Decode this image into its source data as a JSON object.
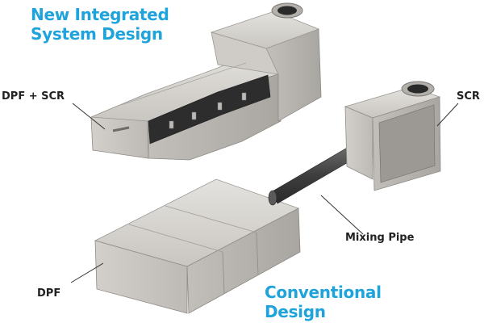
{
  "colors": {
    "heading": "#1ea3dc",
    "label": "#222222",
    "steel_light": "#d8d6d2",
    "steel_mid": "#b9b6b1",
    "steel_dark": "#8e8b86",
    "panel_black": "#2b2b2b",
    "pipe": "#4a4a4a"
  },
  "headings": {
    "integrated": {
      "line1": "New Integrated",
      "line2": "System Design"
    },
    "conventional": {
      "line1": "Conventional",
      "line2": "Design"
    }
  },
  "labels": {
    "dpf_scr": "DPF + SCR",
    "scr": "SCR",
    "mixing_pipe": "Mixing Pipe",
    "dpf": "DPF"
  }
}
